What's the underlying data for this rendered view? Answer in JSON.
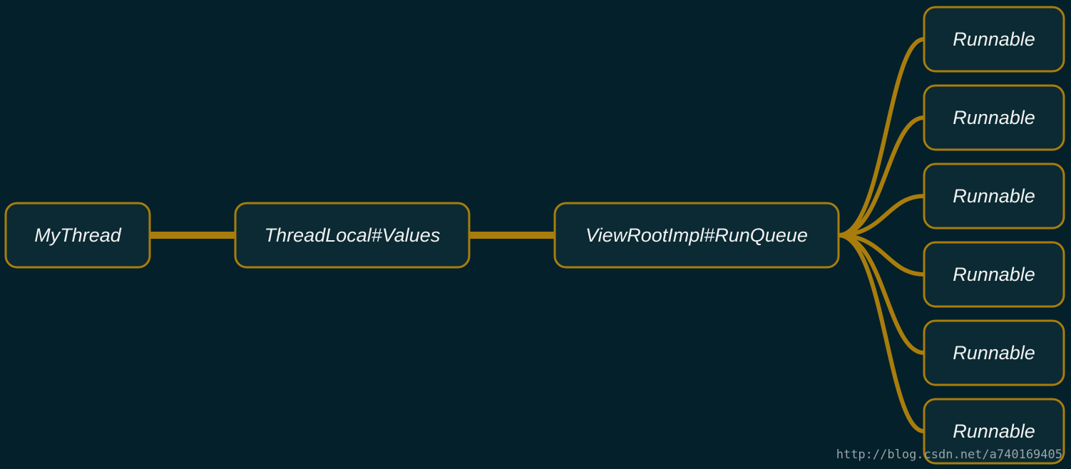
{
  "colors": {
    "background": "#04202a",
    "node_fill": "#0b2a33",
    "node_border": "#a97d0c",
    "edge": "#a97d0c",
    "text": "#f2f2f2",
    "watermark": "#9aa4a8"
  },
  "nodes": {
    "root": {
      "label": "MyThread"
    },
    "values": {
      "label": "ThreadLocal#Values"
    },
    "queue": {
      "label": "ViewRootImpl#RunQueue"
    },
    "runnables": [
      {
        "label": "Runnable"
      },
      {
        "label": "Runnable"
      },
      {
        "label": "Runnable"
      },
      {
        "label": "Runnable"
      },
      {
        "label": "Runnable"
      },
      {
        "label": "Runnable"
      }
    ]
  },
  "watermark": "http://blog.csdn.net/a740169405"
}
